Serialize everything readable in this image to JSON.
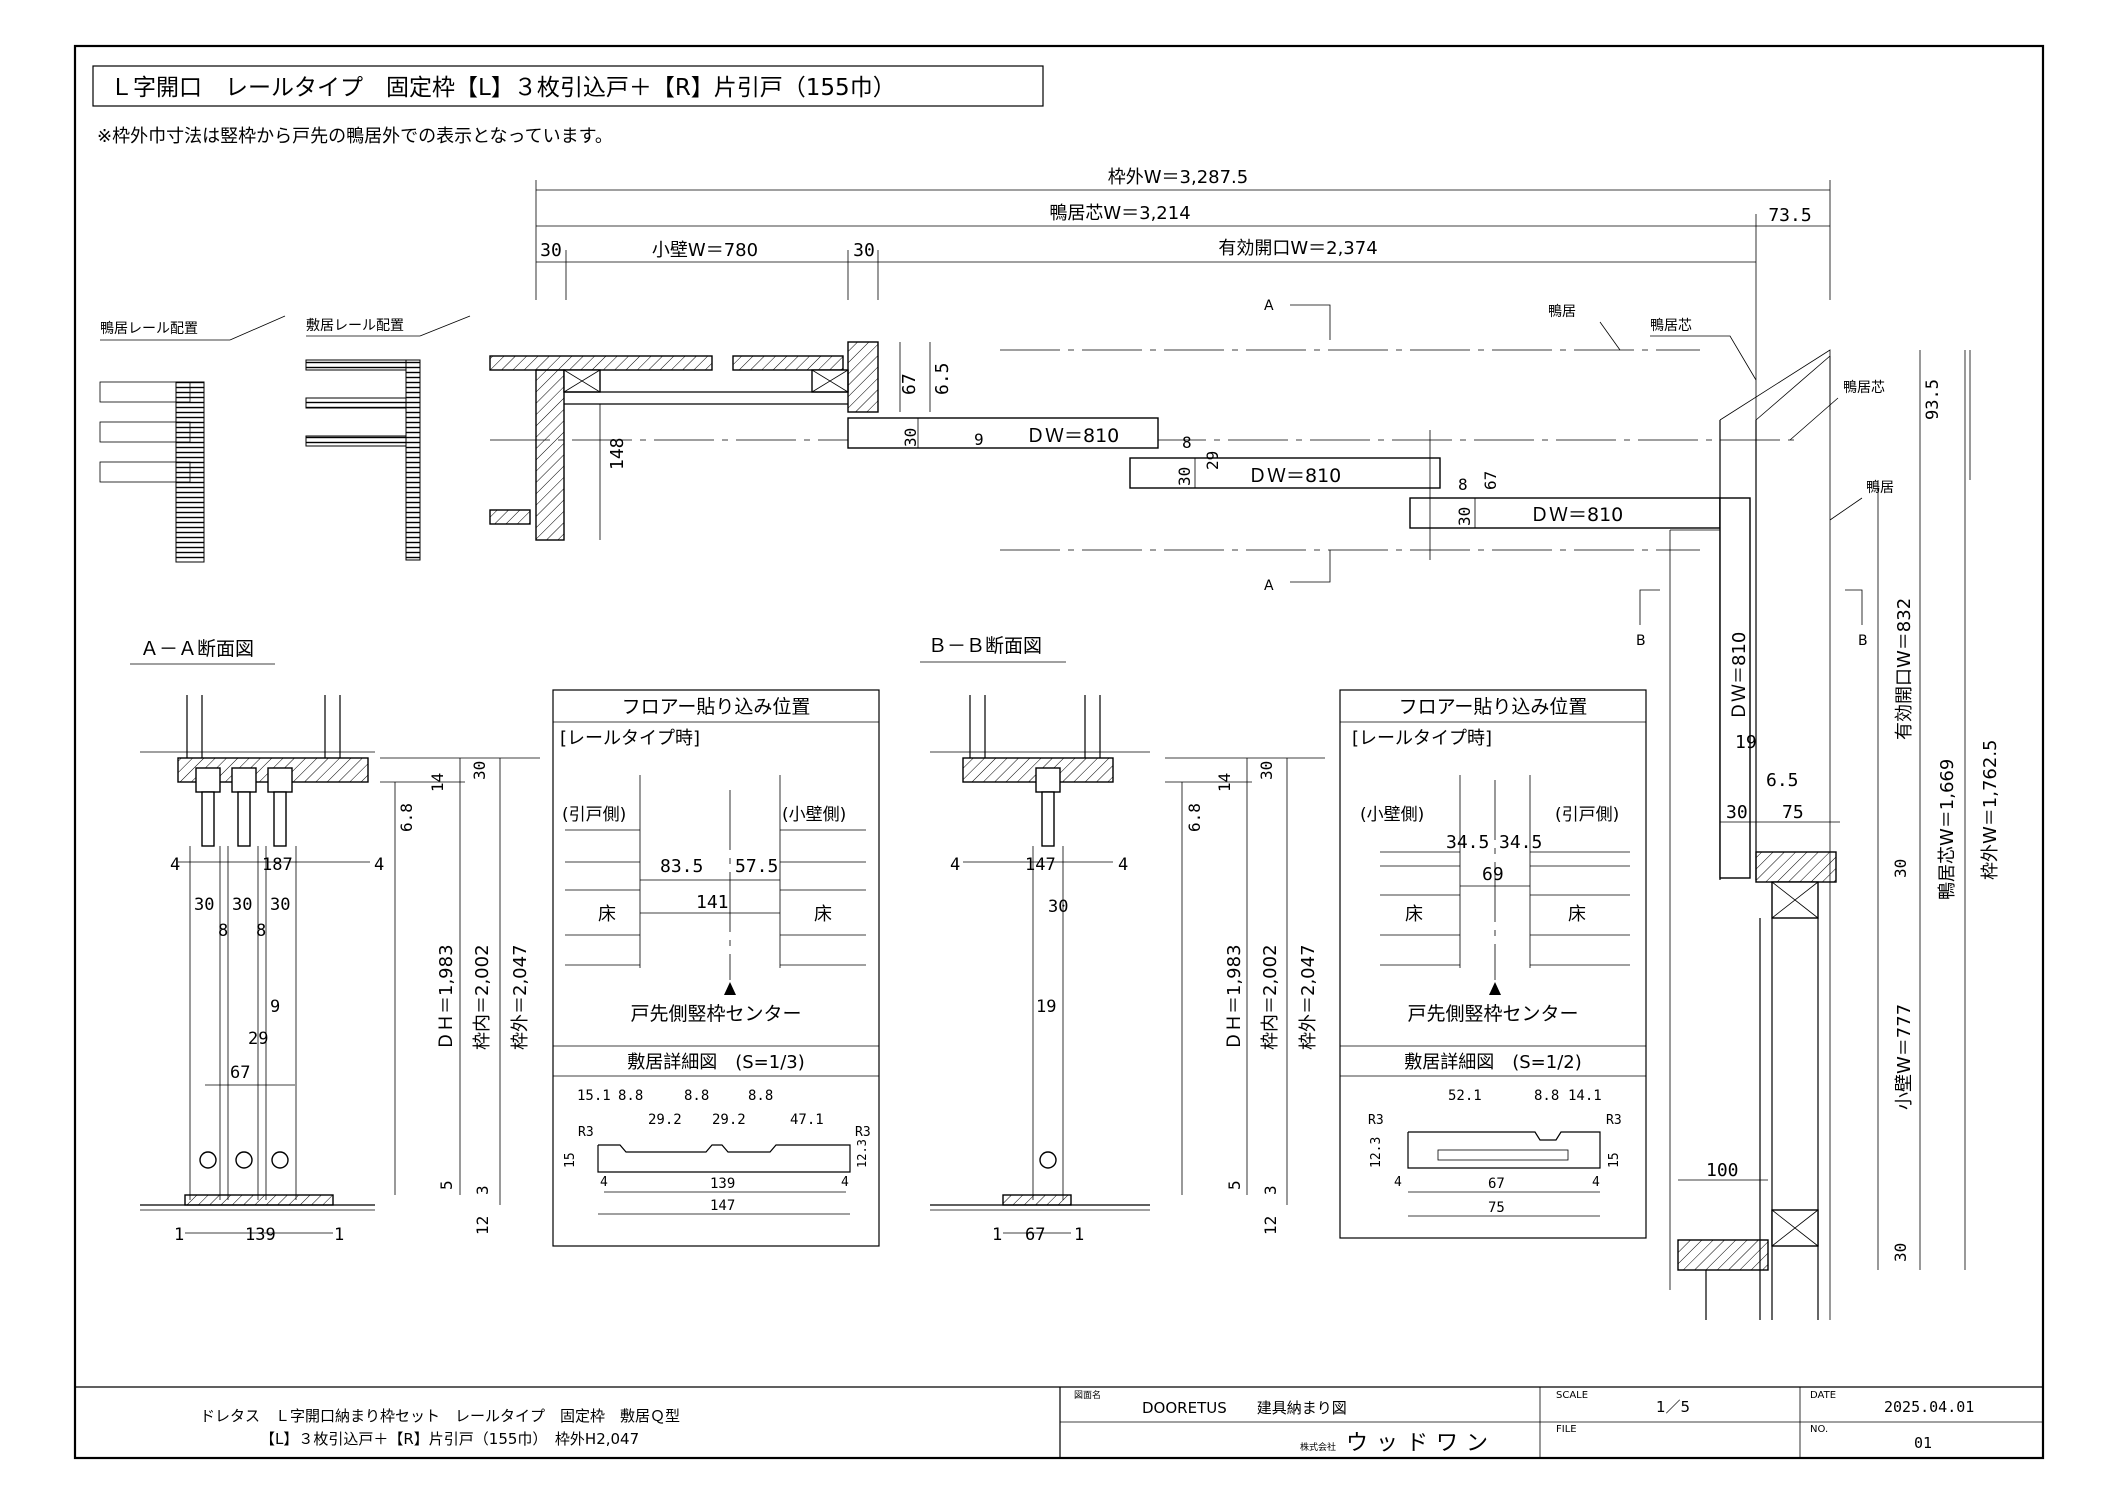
{
  "title": "Ｌ字開口　レールタイプ　固定枠【L】３枚引込戸＋【R】片引戸（155巾）",
  "note": "※枠外巾寸法は竪枠から戸先の鴨居外での表示となっています。",
  "plan": {
    "waku_outer_w": "枠外W＝3,287.5",
    "kamoi_center_w": "鴨居芯W＝3,214",
    "dim_73_5": "73.5",
    "dim_30_left": "30",
    "kokabe_w": "小壁W＝780",
    "dim_30_mid": "30",
    "yuko_w": "有効開口W＝2,374",
    "dw1": "ＤＷ＝810",
    "dw2": "ＤＷ＝810",
    "dw3": "ＤＷ＝810",
    "dw_vert": "ＤＷ＝810",
    "d67": "67",
    "d6_5": "6.5",
    "d30a": "30",
    "d9": "9",
    "d8a": "8",
    "d29": "29",
    "d30b": "30",
    "d8b": "8",
    "d67b": "67",
    "d30c": "30",
    "d148": "148",
    "sec_a": "A",
    "sec_a2": "A",
    "sec_b": "B",
    "sec_b2": "B",
    "kamoi_label1": "鴨居",
    "kamoi_shin_label1": "鴨居芯",
    "kamoi_shin_label2": "鴨居芯",
    "kamoi_label2": "鴨居",
    "dim_93_5": "93.5",
    "yuko_w_right": "有効開口W＝832",
    "kamoi_shin_w_right": "鴨居芯W＝1,669",
    "waku_outer_w_right": "枠外W＝1,762.5",
    "kokabe_w_right": "小壁W＝777",
    "d19": "19",
    "d6_5b": "6.5",
    "d30r": "30",
    "d75": "75",
    "d30r2": "30",
    "d100": "100",
    "d30r3": "30"
  },
  "rail_layout": {
    "kamoi_rail": "鴨居レール配置",
    "shikii_rail": "敷居レール配置"
  },
  "section_aa": {
    "title": "Ａ－Ａ断面図",
    "d30": "30",
    "d14": "14",
    "d6_8": "6.8",
    "d4l": "4",
    "d187": "187",
    "d4r": "4",
    "d30a": "30",
    "d30b": "30",
    "d30c": "30",
    "d8a": "8",
    "d8b": "8",
    "d9": "9",
    "d29": "29",
    "d67": "67",
    "dh": "ＤＨ＝1,983",
    "wn": "枠内＝2,002",
    "wg": "枠外＝2,047",
    "d5": "5",
    "d3": "3",
    "d12": "12",
    "d1l": "1",
    "d139": "139",
    "d1r": "1"
  },
  "section_bb": {
    "title": "Ｂ－Ｂ断面図",
    "d30": "30",
    "d14": "14",
    "d6_8": "6.8",
    "d4l": "4",
    "d147": "147",
    "d4r": "4",
    "d30a": "30",
    "d19": "19",
    "dh": "ＤＨ＝1,983",
    "wn": "枠内＝2,002",
    "wg": "枠外＝2,047",
    "d5": "5",
    "d3": "3",
    "d12": "12",
    "d1l": "1",
    "d67": "67",
    "d1r": "1"
  },
  "floor_a": {
    "title": "フロアー貼り込み位置",
    "sub": "[レールタイプ時]",
    "left_side": "(引戸側)",
    "right_side": "(小壁側)",
    "d83_5": "83.5",
    "d57_5": "57.5",
    "d141": "141",
    "floor_l": "床",
    "floor_r": "床",
    "center": "戸先側竪枠センター",
    "detail_title": "敷居詳細図　(S=1/3)",
    "d15_1": "15.1",
    "d8_8a": "8.8",
    "d8_8b": "8.8",
    "d8_8c": "8.8",
    "d29_2a": "29.2",
    "d29_2b": "29.2",
    "d47_1": "47.1",
    "r3l": "R3",
    "r3r": "R3",
    "d15": "15",
    "d12_3": "12.3",
    "d4l": "4",
    "d139": "139",
    "d4r": "4",
    "d147": "147"
  },
  "floor_b": {
    "title": "フロアー貼り込み位置",
    "sub": "[レールタイプ時]",
    "left_side": "(小壁側)",
    "right_side": "(引戸側)",
    "d34_5a": "34.5",
    "d34_5b": "34.5",
    "d69": "69",
    "floor_l": "床",
    "floor_r": "床",
    "center": "戸先側竪枠センター",
    "detail_title": "敷居詳細図　(S=1/2)",
    "d52_1": "52.1",
    "d8_8": "8.8",
    "d14_1": "14.1",
    "r3l": "R3",
    "r3r": "R3",
    "d12_3": "12.3",
    "d15": "15",
    "d4l": "4",
    "d67": "67",
    "d4r": "4",
    "d75": "75"
  },
  "title_block": {
    "line1": "ドレタス　Ｌ字開口納まり枠セット　レールタイプ　固定枠　敷居Ｑ型",
    "line2": "【L】３枚引込戸＋【R】片引戸（155巾）　枠外H2,047",
    "drawing_name_label": "図面名",
    "drawing_name": "DOORETUS　　建具納まり図",
    "company_label": "株式会社",
    "company": "ウッドワン",
    "scale_label": "SCALE",
    "scale": "1／5",
    "file_label": "FILE",
    "file": "",
    "date_label": "DATE",
    "date": "2025.04.01",
    "no_label": "NO.",
    "no": "01"
  }
}
